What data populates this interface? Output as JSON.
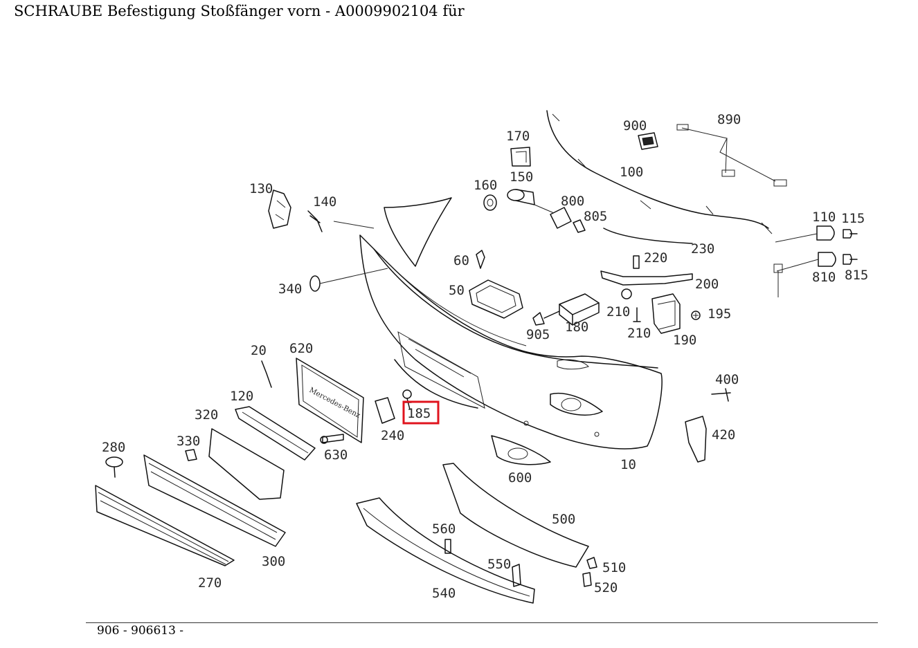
{
  "title": "SCHRAUBE Befestigung Stoßfänger vorn - A0009902104 für",
  "footer": "906 - 906613 -",
  "highlight": {
    "label": "185",
    "color": "#e0141e"
  },
  "plate_text": "Mercedes-Benz",
  "labels": {
    "p10": "10",
    "p20": "20",
    "p50": "50",
    "p60": "60",
    "p100": "100",
    "p110": "110",
    "p115": "115",
    "p120": "120",
    "p130": "130",
    "p140": "140",
    "p150": "150",
    "p160": "160",
    "p170": "170",
    "p180": "180",
    "p185": "185",
    "p190": "190",
    "p195": "195",
    "p200": "200",
    "p210a": "210",
    "p210b": "210",
    "p220": "220",
    "p230": "230",
    "p240": "240",
    "p270": "270",
    "p280": "280",
    "p300": "300",
    "p320": "320",
    "p330": "330",
    "p340": "340",
    "p400": "400",
    "p420": "420",
    "p500": "500",
    "p510": "510",
    "p520": "520",
    "p540": "540",
    "p550": "550",
    "p560": "560",
    "p600": "600",
    "p620": "620",
    "p630": "630",
    "p800": "800",
    "p805": "805",
    "p810": "810",
    "p815": "815",
    "p890": "890",
    "p900": "900",
    "p905": "905"
  }
}
